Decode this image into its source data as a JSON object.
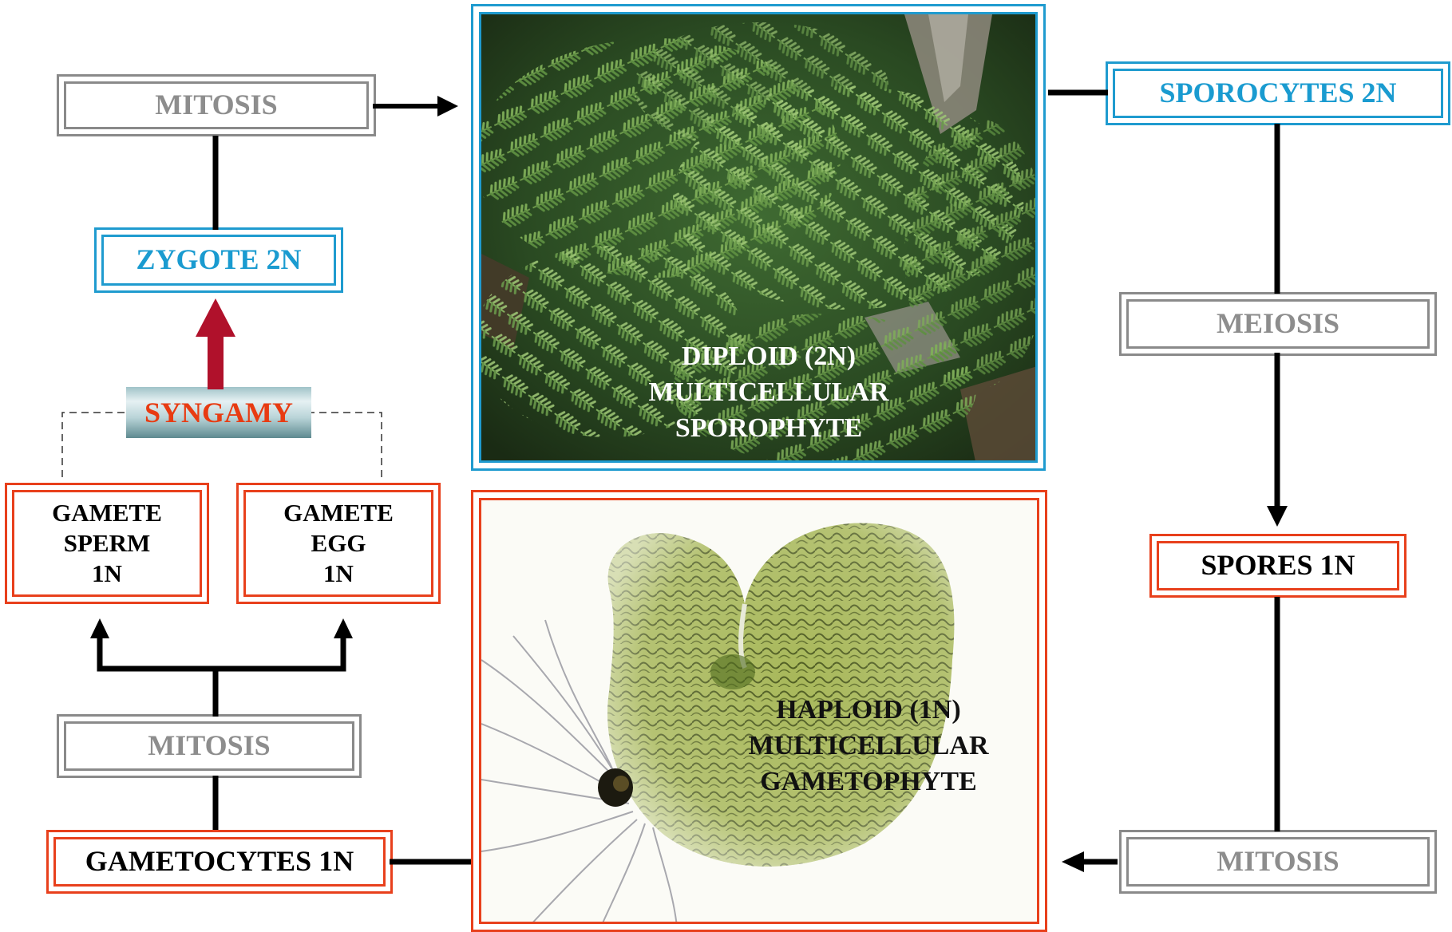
{
  "nodes": {
    "mitosis_top": "MITOSIS",
    "zygote": "ZYGOTE 2N",
    "syngamy": "SYNGAMY",
    "gamete_sperm": "GAMETE\nSPERM\n1N",
    "gamete_egg": "GAMETE\nEGG\n1N",
    "mitosis_left": "MITOSIS",
    "gametocytes": "GAMETOCYTES 1N",
    "sporocytes": "SPOROCYTES  2N",
    "meiosis": "MEIOSIS",
    "spores": "SPORES 1N",
    "mitosis_right": "MITOSIS"
  },
  "photos": {
    "sporophyte_label": "DIPLOID (2N)\nMULTICELLULAR\nSPOROPHYTE",
    "gametophyte_label": "HAPLOID (1N)\nMULTICELLULAR\nGAMETOPHYTE"
  },
  "colors": {
    "diploid_border": "#1f9bcf",
    "haploid_border": "#e8401c",
    "process_border": "#8a8a8a",
    "syngamy_arrow": "#b0112b",
    "connector": "#000000"
  },
  "icons": {
    "sporophyte_photo": "fern-sporophyte-photo",
    "gametophyte_photo": "prothallus-gametophyte-photo"
  }
}
